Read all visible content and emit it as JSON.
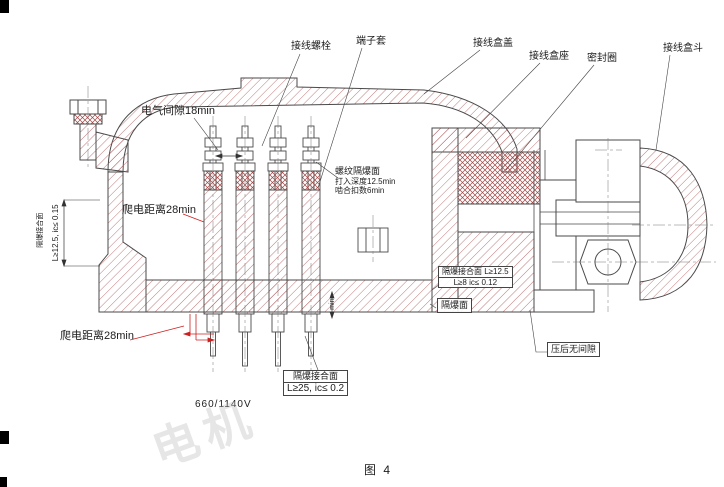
{
  "colors": {
    "line": "#4a4a4a",
    "hatch": "#b05858",
    "accent_red": "#cc2020",
    "text": "#1c1c1c"
  },
  "figure": {
    "caption": "图 4",
    "voltage": "660/1140V",
    "watermark": "电机"
  },
  "callouts": {
    "terminal_bolt": "接线螺栓",
    "terminal_sleeve": "端子套",
    "box_cover": "接线盒盖",
    "box_base": "接线盒座",
    "seal_ring": "密封圈",
    "box_hood": "接线盒斗",
    "electrical_clearance": "电气间隙18min",
    "creepage_upper": "爬电距离28min",
    "creepage_lower": "爬电距离28min",
    "thread_line1": "螺纹隔爆面",
    "thread_line2": "打入深度12.5min",
    "thread_line3": "啮合扣数6min",
    "joint_right_line1": "隔爆接合面 L≥12.5",
    "joint_right_line2": "L≥8  ic≤ 0.12",
    "flameproof_surface": "隔爆面",
    "no_gap_after_press": "压后无间隙",
    "joint_bottom_line1": "隔爆接合面",
    "joint_bottom_line2": "L≥25, ic≤ 0.2",
    "left_vertical_main": "L≥12.5, ic≤ 0.15",
    "left_vertical_sub": "隔爆接合面",
    "min_mark": "min"
  }
}
